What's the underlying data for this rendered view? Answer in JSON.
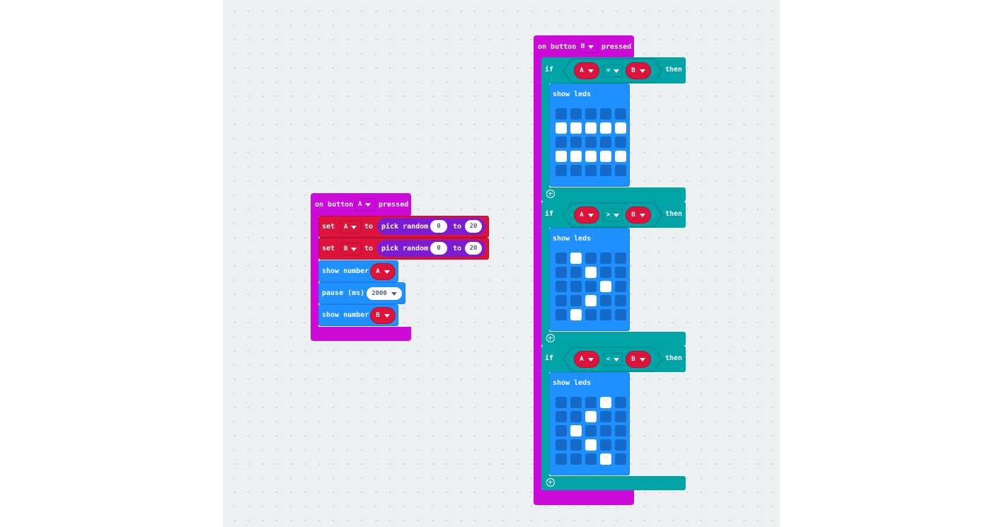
{
  "left_stack": {
    "event": {
      "prefix": "on button",
      "button": "A",
      "suffix": "pressed"
    },
    "set_rows": [
      {
        "set": "set",
        "var": "A",
        "to": "to",
        "random": "pick random",
        "from": "0",
        "to2": "to",
        "max": "20"
      },
      {
        "set": "set",
        "var": "B",
        "to": "to",
        "random": "pick random",
        "from": "0",
        "to2": "to",
        "max": "20"
      }
    ],
    "show1": {
      "label": "show number",
      "var": "A"
    },
    "pause": {
      "label": "pause (ms)",
      "value": "2000"
    },
    "show2": {
      "label": "show number",
      "var": "B"
    }
  },
  "right_stack": {
    "event": {
      "prefix": "on button",
      "button": "B",
      "suffix": "pressed"
    },
    "ifs": [
      {
        "if": "if",
        "left": "A",
        "op": "=",
        "right": "B",
        "then": "then",
        "show_leds": "show leds",
        "leds": [
          0,
          0,
          0,
          0,
          0,
          1,
          1,
          1,
          1,
          1,
          0,
          0,
          0,
          0,
          0,
          1,
          1,
          1,
          1,
          1,
          0,
          0,
          0,
          0,
          0
        ]
      },
      {
        "if": "if",
        "left": "A",
        "op": ">",
        "right": "B",
        "then": "then",
        "show_leds": "show leds",
        "leds": [
          0,
          1,
          0,
          0,
          0,
          0,
          0,
          1,
          0,
          0,
          0,
          0,
          0,
          1,
          0,
          0,
          0,
          1,
          0,
          0,
          0,
          1,
          0,
          0,
          0
        ]
      },
      {
        "if": "if",
        "left": "A",
        "op": "<",
        "right": "B",
        "then": "then",
        "show_leds": "show leds",
        "leds": [
          0,
          0,
          0,
          1,
          0,
          0,
          0,
          1,
          0,
          0,
          0,
          1,
          0,
          0,
          0,
          0,
          0,
          1,
          0,
          0,
          0,
          0,
          0,
          1,
          0
        ]
      }
    ]
  },
  "colors": {
    "events": "#cc0bd9",
    "variables": "#dc143c",
    "math": "#7d1bd4",
    "basic": "#1e90ff",
    "logic": "#00a4a6",
    "led_off": "#1569c7",
    "led_on": "#ffffff",
    "workspace": "#ecf0f1"
  }
}
